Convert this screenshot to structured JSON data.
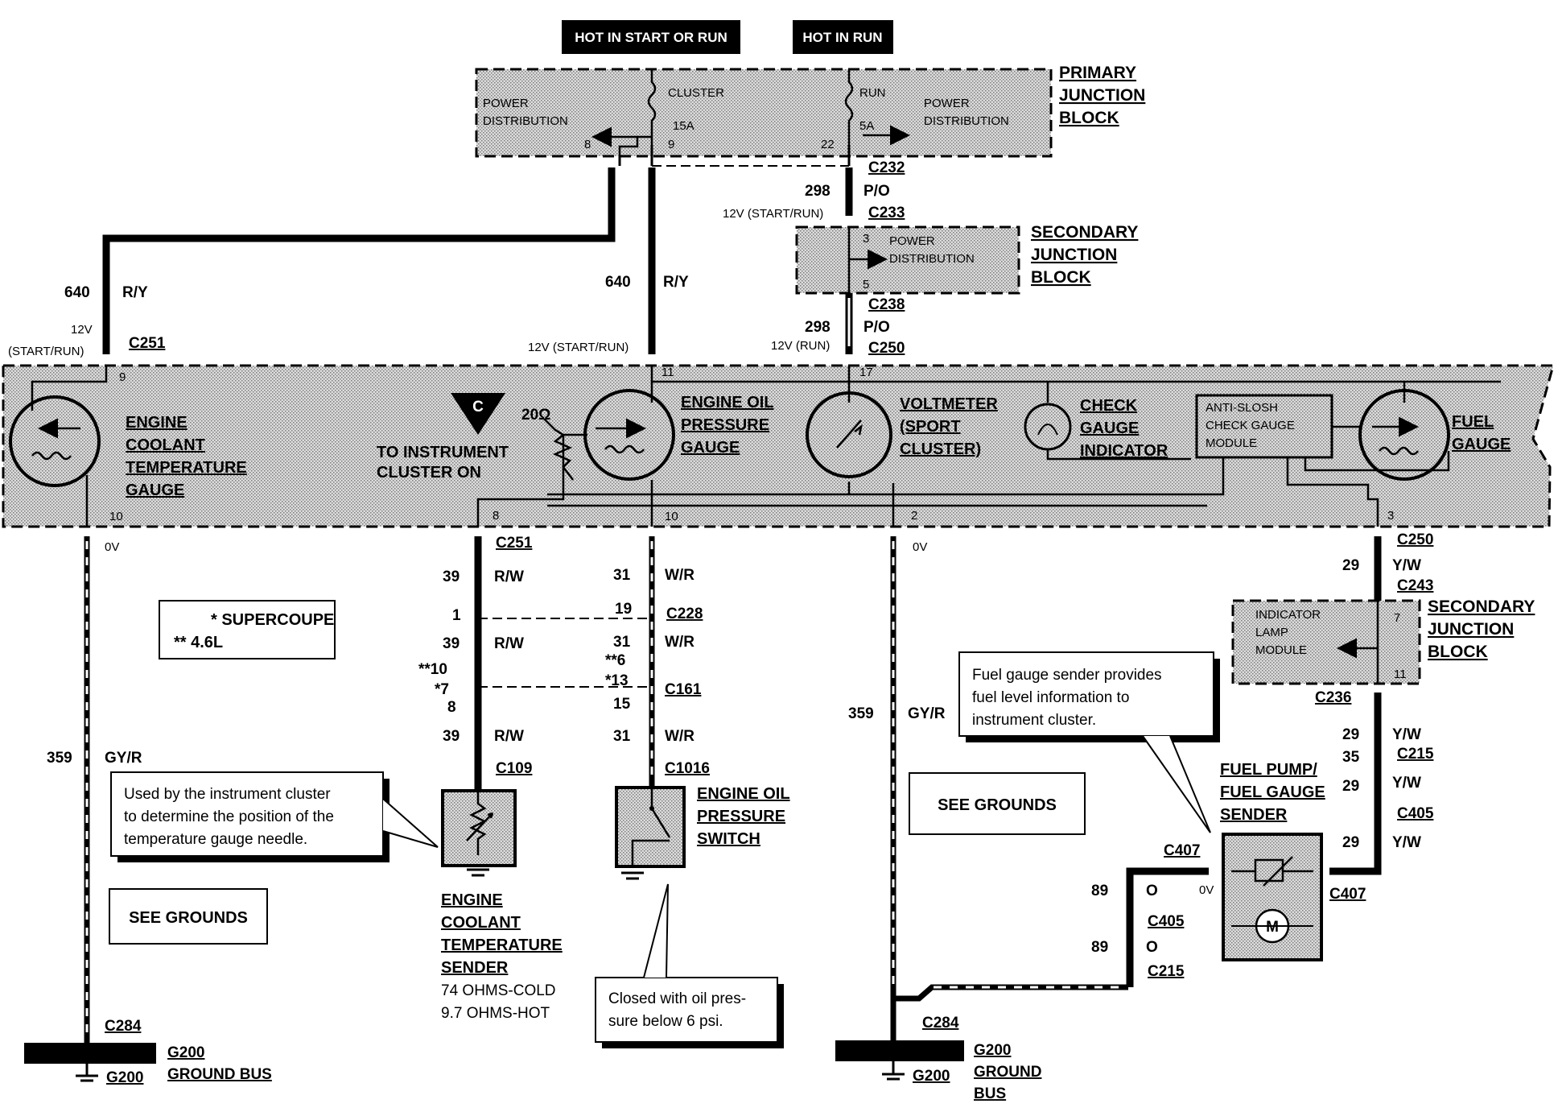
{
  "header": {
    "hot_start_run": "HOT IN START OR RUN",
    "hot_run": "HOT IN RUN"
  },
  "pjb": {
    "title": [
      "PRIMARY",
      "JUNCTION",
      "BLOCK"
    ],
    "power_distribution": [
      "POWER",
      "DISTRIBUTION"
    ],
    "cluster_fuse": [
      "CLUSTER",
      "15A"
    ],
    "run_fuse": [
      "RUN",
      "5A"
    ],
    "pin8": "8",
    "pin9": "9",
    "pin22": "22"
  },
  "sjb1": {
    "title": [
      "SECONDARY",
      "JUNCTION",
      "BLOCK"
    ],
    "power_distribution": [
      "POWER",
      "DISTRIBUTION"
    ],
    "pin3": "3",
    "pin5": "5"
  },
  "sjb2": {
    "title": [
      "SECONDARY",
      "JUNCTION",
      "BLOCK"
    ],
    "module": [
      "INDICATOR",
      "LAMP",
      "MODULE"
    ],
    "pin7": "7",
    "pin11": "11"
  },
  "wires": {
    "w640a": "640",
    "ry_a": "R/Y",
    "v12_a": "12V",
    "start_run_a": "(START/RUN)",
    "c251_top": "C251",
    "w640b": "640",
    "ry_b": "R/Y",
    "v12_b": "12V (START/RUN)",
    "c232": "C232",
    "w298a": "298",
    "po_a": "P/O",
    "v12_c": "12V (START/RUN)",
    "c233": "C233",
    "c238": "C238",
    "w298b": "298",
    "po_b": "P/O",
    "v12_run": "12V (RUN)",
    "c250_top": "C250",
    "ov_left": "0V",
    "ov_mid": "0V",
    "ov_fuel": "0V",
    "c251_bot": "C251",
    "w39a": "39",
    "rw_a": "R/W",
    "pin1": "1",
    "w39b": "39",
    "rw_b": "R/W",
    "pin10": "**10",
    "pin7s": "*7",
    "pin8": "8",
    "w39c": "39",
    "rw_c": "R/W",
    "c109": "C109",
    "w31a": "31",
    "wr_a": "W/R",
    "pin19": "19",
    "c228": "C228",
    "w31b": "31",
    "wr_b": "W/R",
    "pin6": "**6",
    "pin13": "*13",
    "c161": "C161",
    "pin15": "15",
    "w31c": "31",
    "wr_c": "W/R",
    "c1016": "C1016",
    "w359a": "359",
    "gyr_a": "GY/R",
    "w359b": "359",
    "gyr_b": "GY/R",
    "c284_left": "C284",
    "c284_right": "C284",
    "c250_r": "C250",
    "w29a": "29",
    "yw_a": "Y/W",
    "c243": "C243",
    "c236": "C236",
    "w29b": "29",
    "yw_b": "Y/W",
    "c215_r": "C215",
    "w35": "35",
    "w29c": "29",
    "yw_c": "Y/W",
    "c405_r": "C405",
    "w29d": "29",
    "yw_d": "Y/W",
    "c407_r": "C407",
    "c407_l": "C407",
    "w89a": "89",
    "o_a": "O",
    "c405_l": "C405",
    "w89b": "89",
    "o_b": "O",
    "c215_l": "C215"
  },
  "cluster": {
    "ect_gauge": [
      "ENGINE",
      "COOLANT",
      "TEMPERATURE",
      "GAUGE"
    ],
    "connector_c": "C",
    "to_instrument": [
      "TO INSTRUMENT",
      "CLUSTER ON"
    ],
    "ohm": "20Ω",
    "oil_gauge": [
      "ENGINE OIL",
      "PRESSURE",
      "GAUGE"
    ],
    "voltmeter": [
      "VOLTMETER",
      "(SPORT",
      "CLUSTER)"
    ],
    "check_gauge": [
      "CHECK",
      "GAUGE",
      "INDICATOR"
    ],
    "antislosh": [
      "ANTI-SLOSH",
      "CHECK GAUGE",
      "MODULE"
    ],
    "fuel_gauge": [
      "FUEL",
      "GAUGE"
    ],
    "pins": {
      "p9": "9",
      "p11": "11",
      "p17": "17",
      "p10a": "10",
      "p8": "8",
      "p10b": "10",
      "p2": "2",
      "p3": "3"
    }
  },
  "legend": {
    "line1": "* SUPERCOUPE",
    "line2": "** 4.6L"
  },
  "notes": {
    "ect": [
      "Used by the instrument cluster",
      "to determine the position of the",
      "temperature gauge needle."
    ],
    "oil": [
      "Closed with oil pres-",
      "sure below 6 psi."
    ],
    "fuel": [
      "Fuel gauge sender provides",
      "fuel level information to",
      "instrument cluster."
    ]
  },
  "see_grounds": "SEE GROUNDS",
  "sender": {
    "title": [
      "ENGINE",
      "COOLANT",
      "TEMPERATURE",
      "SENDER"
    ],
    "spec": [
      "74 OHMS-COLD",
      "9.7 OHMS-HOT"
    ]
  },
  "oil_switch": [
    "ENGINE OIL",
    "PRESSURE",
    "SWITCH"
  ],
  "fuel_pump": {
    "title": [
      "FUEL PUMP/",
      "FUEL GAUGE",
      "SENDER"
    ],
    "motor": "M"
  },
  "grounds": {
    "left": {
      "g200a": "G200",
      "ground_bus": "GROUND BUS",
      "g200b": "G200"
    },
    "right": {
      "g200a": "G200",
      "ground": "GROUND",
      "bus": "BUS",
      "g200b": "G200"
    }
  }
}
